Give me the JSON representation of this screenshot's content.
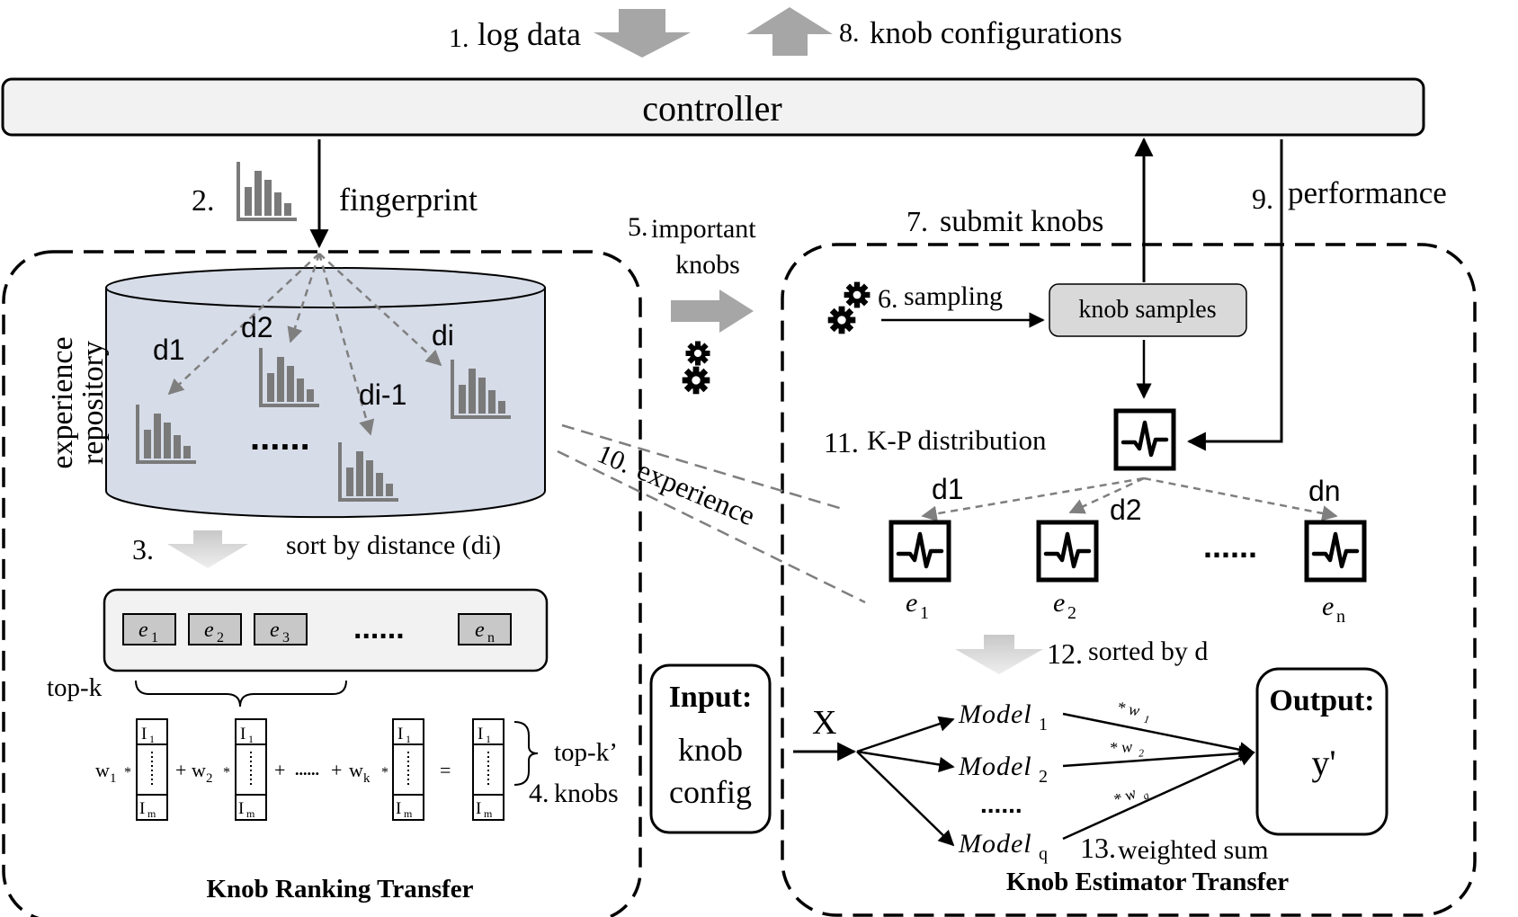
{
  "colors": {
    "ink": "#000000",
    "dashed_arrow": "#7f7f7f",
    "block_arrow": "#a6a6a6",
    "controller_fill": "#f2f2f2",
    "repository_fill": "#d6dce8",
    "chip_fill": "#c8c8c8",
    "samples_fill": "#d9d9d9"
  },
  "icons": {
    "histogram": "histogram-icon",
    "gears": "gears-icon",
    "waveform": "waveform-icon"
  },
  "top": {
    "step1": "1.",
    "log_data": "log data",
    "step8": "8.",
    "knob_configurations": "knob configurations"
  },
  "controller": {
    "label": "controller"
  },
  "fingerprint": {
    "step": "2.",
    "label": "fingerprint"
  },
  "repository": {
    "label_line1": "experience",
    "label_line2": "repository",
    "d1": "d1",
    "d2": "d2",
    "di_minus_1": "di-1",
    "di": "di",
    "ellipsis": "......"
  },
  "sort_step": {
    "step": "3.",
    "label": "sort by distance (di)"
  },
  "ranking_list": {
    "chips": [
      {
        "letter": "e",
        "sub": "1"
      },
      {
        "letter": "e",
        "sub": "2"
      },
      {
        "letter": "e",
        "sub": "3"
      }
    ],
    "ellipsis": "......",
    "last_chip": {
      "letter": "e",
      "sub": "n"
    },
    "top_k": "top-k"
  },
  "formula": {
    "w1": "w",
    "w1_sub": "1",
    "w2": "w",
    "w2_sub": "2",
    "wk": "w",
    "wk_sub": "k",
    "star": "*",
    "plus": "+",
    "dots": "......",
    "equals": "=",
    "vec_top": "I",
    "vec_top_sub": "1",
    "vec_bottom": "I",
    "vec_bottom_sub": "m",
    "top_k_prime": "top-k’",
    "step4": "4.",
    "knobs": "knobs"
  },
  "left_title": "Knob Ranking Transfer",
  "important_knobs": {
    "step": "5.",
    "line1": "important",
    "line2": "knobs"
  },
  "input_box": {
    "title": "Input:",
    "line1": "knob",
    "line2": "config"
  },
  "right_panel": {
    "sampling_step": "6.",
    "sampling": "sampling",
    "knob_samples": "knob samples",
    "submit_step": "7.",
    "submit": "submit knobs",
    "perf_step": "9.",
    "performance": "performance",
    "kp_step": "11.",
    "kp": "K-P distribution",
    "experience_step": "10.",
    "experience": "experience",
    "d1": "d1",
    "d2": "d2",
    "dn": "dn",
    "dots": "......",
    "estimators": [
      {
        "letter": "e",
        "sub": "1"
      },
      {
        "letter": "e",
        "sub": "2"
      },
      {
        "letter": "e",
        "sub": "n"
      }
    ],
    "sorted_step": "12.",
    "sorted": "sorted by d",
    "x": "X",
    "models": [
      {
        "name": "Model",
        "sub": "1"
      },
      {
        "name": "Model",
        "sub": "2"
      },
      {
        "name": "Model",
        "sub": "q"
      }
    ],
    "models_dots": "......",
    "weights": [
      {
        "w": "* w",
        "sub": "1"
      },
      {
        "w": "* w",
        "sub": "2"
      },
      {
        "w": "* w",
        "sub": "q"
      }
    ],
    "output_title": "Output:",
    "output_value": "y'",
    "weighted_step": "13.",
    "weighted": "weighted sum",
    "title": "Knob Estimator Transfer"
  }
}
